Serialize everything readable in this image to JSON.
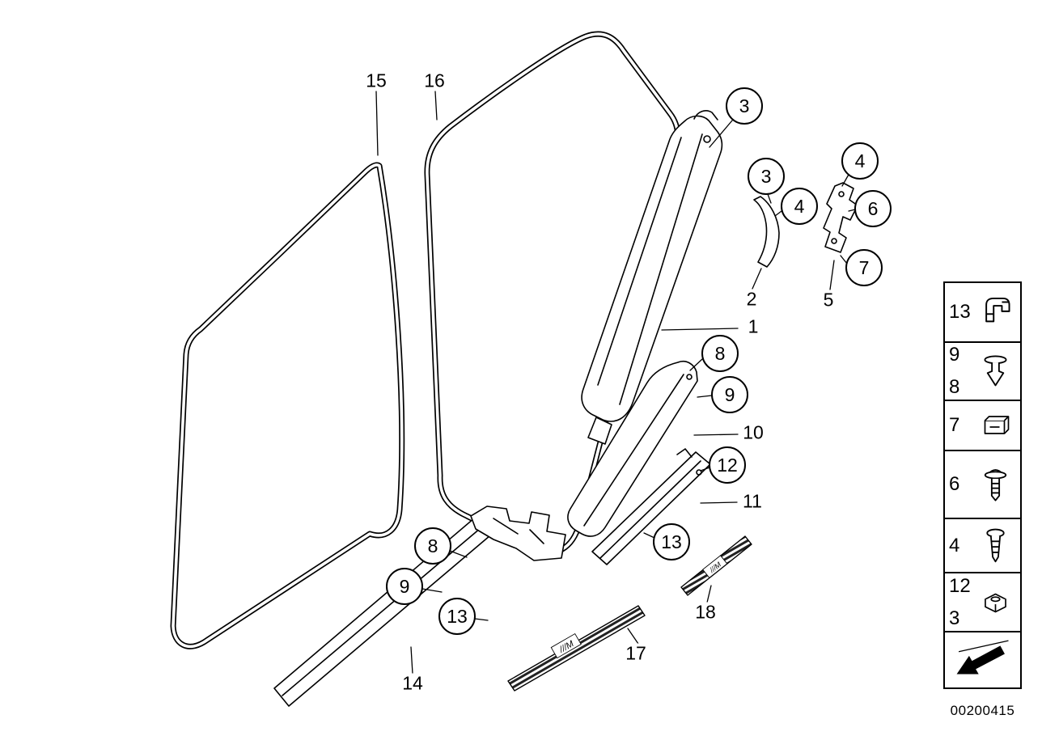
{
  "diagram": {
    "part_number": "00200415",
    "logo": "///M",
    "callouts": [
      {
        "id": "3-top",
        "n": "3"
      },
      {
        "id": "4-right",
        "n": "4"
      },
      {
        "id": "3-mid",
        "n": "3"
      },
      {
        "id": "4-mid",
        "n": "4"
      },
      {
        "id": "6",
        "n": "6"
      },
      {
        "id": "7",
        "n": "7"
      },
      {
        "id": "8-right",
        "n": "8"
      },
      {
        "id": "9-right",
        "n": "9"
      },
      {
        "id": "12",
        "n": "12"
      },
      {
        "id": "13-right",
        "n": "13"
      },
      {
        "id": "8-left",
        "n": "8"
      },
      {
        "id": "9-left",
        "n": "9"
      },
      {
        "id": "13-left",
        "n": "13"
      }
    ],
    "labels": [
      {
        "id": "15",
        "n": "15"
      },
      {
        "id": "16",
        "n": "16"
      },
      {
        "id": "1",
        "n": "1"
      },
      {
        "id": "2",
        "n": "2"
      },
      {
        "id": "5",
        "n": "5"
      },
      {
        "id": "10",
        "n": "10"
      },
      {
        "id": "11",
        "n": "11"
      },
      {
        "id": "14",
        "n": "14"
      },
      {
        "id": "17",
        "n": "17"
      },
      {
        "id": "18",
        "n": "18"
      }
    ],
    "legend": [
      {
        "labels": [
          "13"
        ],
        "icon": "spring-clip-icon"
      },
      {
        "labels": [
          "9",
          "8"
        ],
        "icon": "push-rivet-icon"
      },
      {
        "labels": [
          "7"
        ],
        "icon": "clamp-nut-icon"
      },
      {
        "labels": [
          "6"
        ],
        "icon": "washer-screw-icon"
      },
      {
        "labels": [
          "4"
        ],
        "icon": "tapping-screw-icon"
      },
      {
        "labels": [
          "12",
          "3"
        ],
        "icon": "clip-nut-icon"
      }
    ]
  }
}
